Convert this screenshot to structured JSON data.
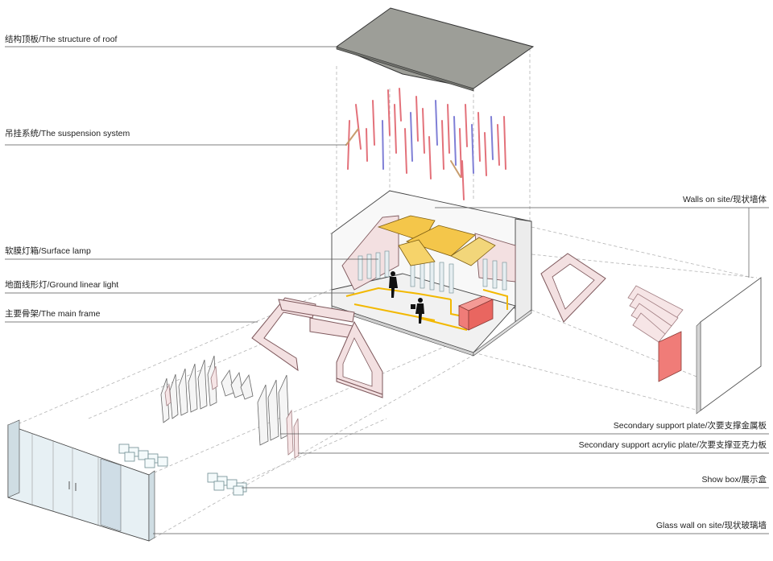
{
  "labels": {
    "roof": "结构顶板/The structure of roof",
    "suspension": "吊挂系统/The suspension system",
    "walls": "Walls on site/现状墙体",
    "surface_lamp": "软膜灯箱/Surface lamp",
    "ground_light": "地面线形灯/Ground linear light",
    "main_frame": "主要骨架/The main frame",
    "secondary_metal": "Secondary support plate/次要支撑金属板",
    "secondary_acrylic": "Secondary support acrylic plate/次要支撑亚克力板",
    "show_box": "Show box/展示盒",
    "glass_wall": "Glass wall on site/现状玻璃墙"
  },
  "colors": {
    "roof": "#999a94",
    "frame_pink": "#f2dfe0",
    "frame_line": "#8a5a5e",
    "rod_red": "#e3717a",
    "rod_blue": "#7f7fd6",
    "rod_tan": "#c89c6e",
    "lamp_yellow": "#f4c64a",
    "floor_line": "#f2b800",
    "box_red": "#f07c78",
    "glass": "#e3eef4",
    "dashed": "#aaaaaa"
  }
}
